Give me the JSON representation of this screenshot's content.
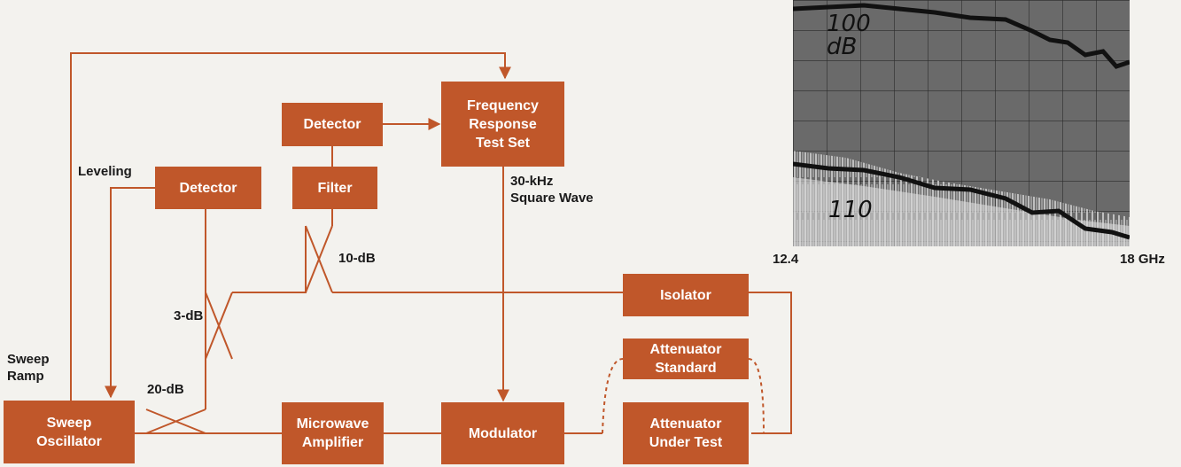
{
  "colors": {
    "block": "#c0572a",
    "line": "#c0572a",
    "background": "#f3f2ee",
    "text": "#1a1a1a"
  },
  "blocks": {
    "sweep_oscillator": "Sweep\nOscillator",
    "leveling_detector": "Detector",
    "filter": "Filter",
    "detector": "Detector",
    "frequency_response_test_set": "Frequency\nResponse\nTest Set",
    "microwave_amplifier": "Microwave\nAmplifier",
    "modulator": "Modulator",
    "attenuator_under_test": "Attenuator\nUnder Test",
    "attenuator_standard": "Attenuator\nStandard",
    "isolator": "Isolator"
  },
  "labels": {
    "leveling": "Leveling",
    "sweep_ramp": "Sweep\nRamp",
    "coupler_20db": "20-dB",
    "coupler_3db": "3-dB",
    "coupler_10db": "10-dB",
    "square_wave": "30-kHz\nSquare Wave"
  },
  "display": {
    "x_start": "12.4",
    "x_end": "18 GHz",
    "handwritten_top": "100\ndB",
    "handwritten_bottom": "110"
  }
}
